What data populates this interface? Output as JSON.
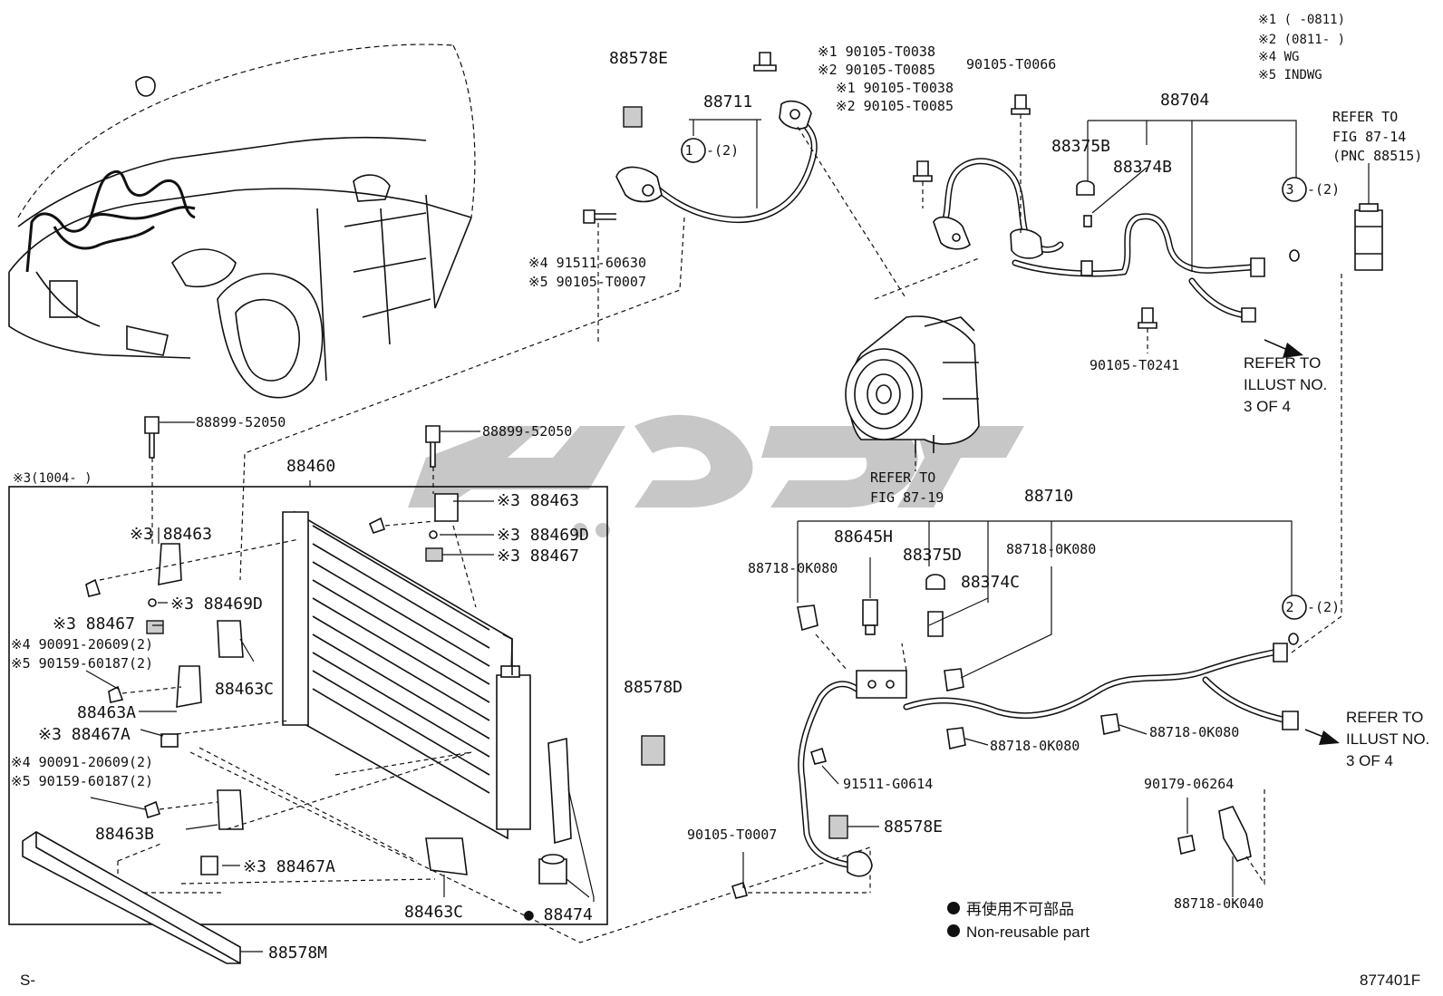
{
  "legend_codes": [
    "※1 (    -0811)",
    "※2 (0811-    )",
    "※4 WG",
    "※5 INDWG"
  ],
  "notes": {
    "refer_fig_87_14": [
      "REFER TO",
      "FIG 87-14",
      "(PNC 88515)"
    ],
    "refer_illust_top": [
      "REFER TO",
      "ILLUST NO.",
      "3 OF 4"
    ],
    "refer_illust_bottom": [
      "REFER TO",
      "ILLUST NO.",
      "3 OF 4"
    ],
    "refer_fig_87_19": [
      "REFER TO",
      "FIG 87-19"
    ],
    "condenser_group_code": "※3(1004-    )"
  },
  "non_reusable": {
    "symbol": "●",
    "label_ja": "再使用不可部品",
    "label_en": "Non-reusable part"
  },
  "footer": {
    "left": "S-",
    "right": "877401F"
  },
  "labels": {
    "p88578E_top": "88578E",
    "p88711": "88711",
    "circle1": "1",
    "circle1_qty": "-(2)",
    "bolt_t0038_1": "※1 90105-T0038",
    "bolt_t0085_1": "※2 90105-T0085",
    "bolt_t0038_2": "※1 90105-T0038",
    "bolt_t0085_2": "※2 90105-T0085",
    "p90105_T0066": "90105-T0066",
    "p88704": "88704",
    "p88375B": "88375B",
    "p88374B": "88374B",
    "circle3": "3",
    "circle3_qty": "-(2)",
    "p91511_60630": "※4 91511-60630",
    "p90105_T0007a": "※5 90105-T0007",
    "p90105_T0241": "90105-T0241",
    "p88899_left": "88899-52050",
    "p88899_right": "88899-52050",
    "p88460": "88460",
    "p88463_right": "※3 88463",
    "p88469D_right": "※3 88469D",
    "p88467_right": "※3 88467",
    "p88463_left": "※3 88463",
    "p88469D_left": "※3 88469D",
    "p88467_left": "※3 88467",
    "p490091_a": "※4 90091-20609(2)",
    "p590159_a": "※5 90159-60187(2)",
    "p88463C_a": "88463C",
    "p88463A": "88463A",
    "p88467A_a": "※3 88467A",
    "p490091_b": "※4 90091-20609(2)",
    "p590159_b": "※5 90159-60187(2)",
    "p88463B": "88463B",
    "p88467A_b": "※3 88467A",
    "p88463C_b": "88463C",
    "p88474": "● 88474",
    "p88578M": "88578M",
    "p88578D": "88578D",
    "p88710": "88710",
    "p88645H": "88645H",
    "p88375D": "88375D",
    "p88718_a": "88718-0K080",
    "p88718_b": "88718-0K080",
    "p88374C": "88374C",
    "circle2": "2",
    "circle2_qty": "-(2)",
    "p88718_c": "88718-0K080",
    "p88718_d": "88718-0K080",
    "p91511_G0614": "91511-G0614",
    "p88578E_bottom": "88578E",
    "p90105_T0007b": "90105-T0007",
    "p90179_06264": "90179-06264",
    "p88718_0K040": "88718-0K040"
  }
}
